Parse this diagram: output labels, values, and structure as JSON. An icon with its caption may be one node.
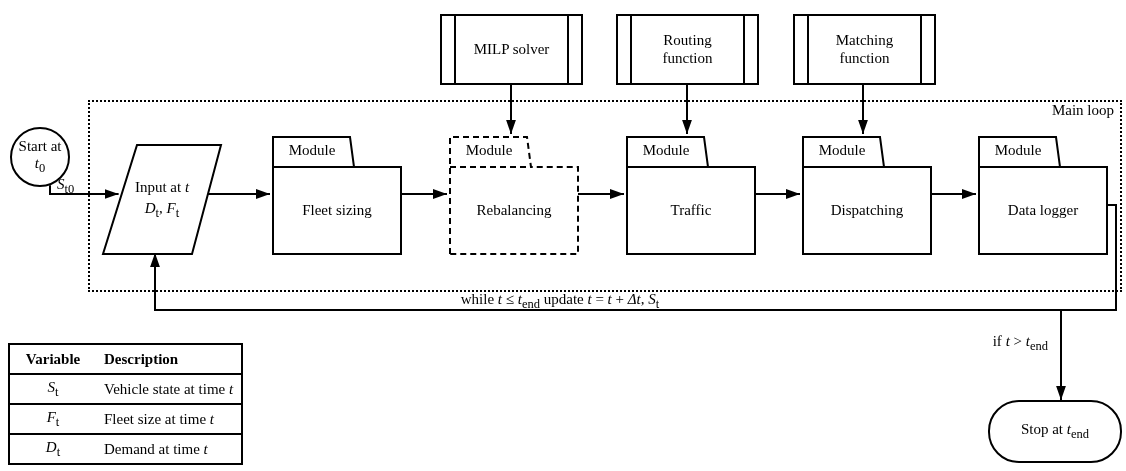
{
  "diagram": {
    "nodes": [
      {
        "text": [
          "Main loop"
        ]
      },
      {
        "text": [
          "Start at *t*$_{0}$"
        ]
      },
      {
        "text": [
          "Input at *t*",
          "*D*$_{t}$, *F*$_{t}$"
        ],
        "in": 0
      },
      {
        "text": [
          "Module",
          "Fleet sizing"
        ],
        "in": 0
      },
      {
        "text": [
          "Module",
          "Rebalancing"
        ],
        "in": 0
      },
      {
        "text": [
          "Module",
          "Traffic"
        ],
        "in": 0
      },
      {
        "text": [
          "Module",
          "Dispatching"
        ],
        "in": 0
      },
      {
        "text": [
          "Module",
          "Data logger"
        ],
        "in": 0
      },
      {
        "text": [
          "MILP solver"
        ]
      },
      {
        "text": [
          "Routing function"
        ]
      },
      {
        "text": [
          "Matching function"
        ]
      },
      {
        "text": [
          "Stop at *t*$_{end}$"
        ]
      }
    ],
    "edges": [
      {
        "from": 1,
        "to": 2,
        "arrow": "to",
        "label": "*S*$_{t0}$"
      },
      {
        "from": 2,
        "to": 3,
        "arrow": "to"
      },
      {
        "from": 3,
        "to": 4,
        "arrow": "to"
      },
      {
        "from": 4,
        "to": 5,
        "arrow": "to"
      },
      {
        "from": 5,
        "to": 6,
        "arrow": "to"
      },
      {
        "from": 6,
        "to": 7,
        "arrow": "to"
      },
      {
        "from": 8,
        "to": 4,
        "arrow": "to"
      },
      {
        "from": 9,
        "to": 5,
        "arrow": "to"
      },
      {
        "from": 10,
        "to": 6,
        "arrow": "to"
      },
      {
        "from": 7,
        "to": 2,
        "arrow": "to",
        "label": "while *t* ≤ *t*$_{end}$ update *t* = *t* + *Δt*, *S*$_{t}$"
      },
      {
        "from": 7,
        "to": 11,
        "arrow": "to",
        "label": "if *t* > *t*$_{end}$"
      }
    ],
    "labels": [
      "Variable",
      "Description",
      "*S*$_{t}$",
      "Vehicle state at time *t*",
      "*F*$_{t}$",
      "Fleet size at time *t*",
      "*D*$_{t}$",
      "Demand at time *t*"
    ]
  }
}
